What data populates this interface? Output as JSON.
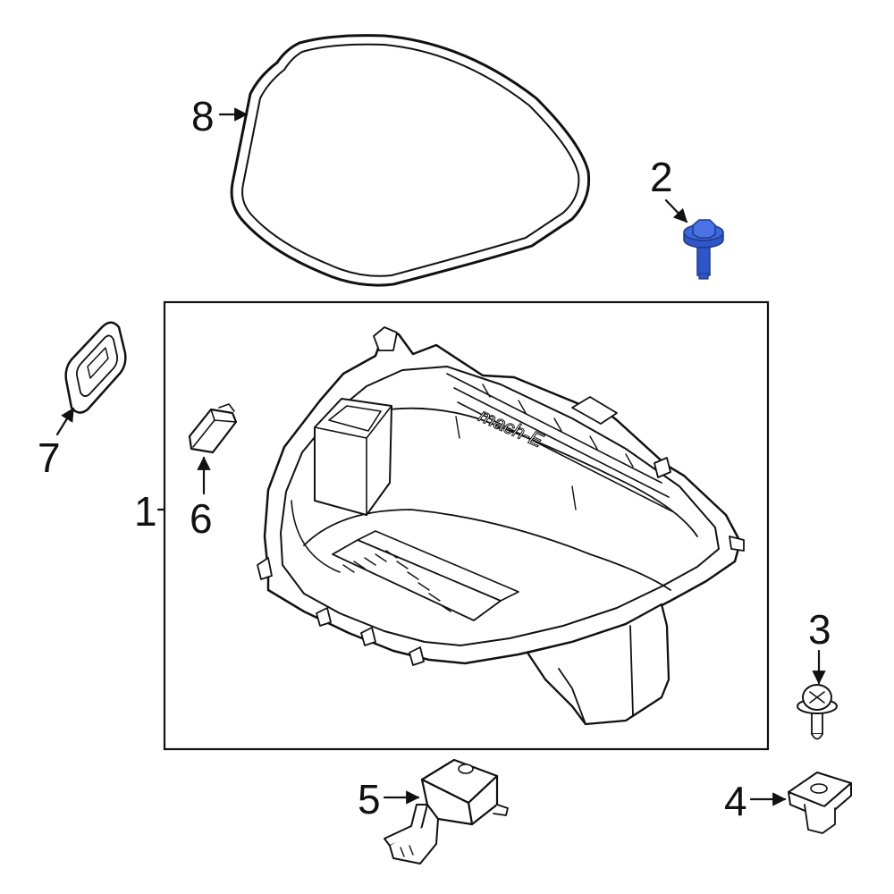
{
  "callouts": [
    {
      "id": "1",
      "label": "1"
    },
    {
      "id": "2",
      "label": "2"
    },
    {
      "id": "3",
      "label": "3"
    },
    {
      "id": "4",
      "label": "4"
    },
    {
      "id": "5",
      "label": "5"
    },
    {
      "id": "6",
      "label": "6"
    },
    {
      "id": "7",
      "label": "7"
    },
    {
      "id": "8",
      "label": "8"
    }
  ],
  "logo_text": "mach-E",
  "colors": {
    "line": "#111111",
    "highlight": "#2f56c8",
    "highlight_dark": "#1e3a8a",
    "background": "#ffffff"
  }
}
